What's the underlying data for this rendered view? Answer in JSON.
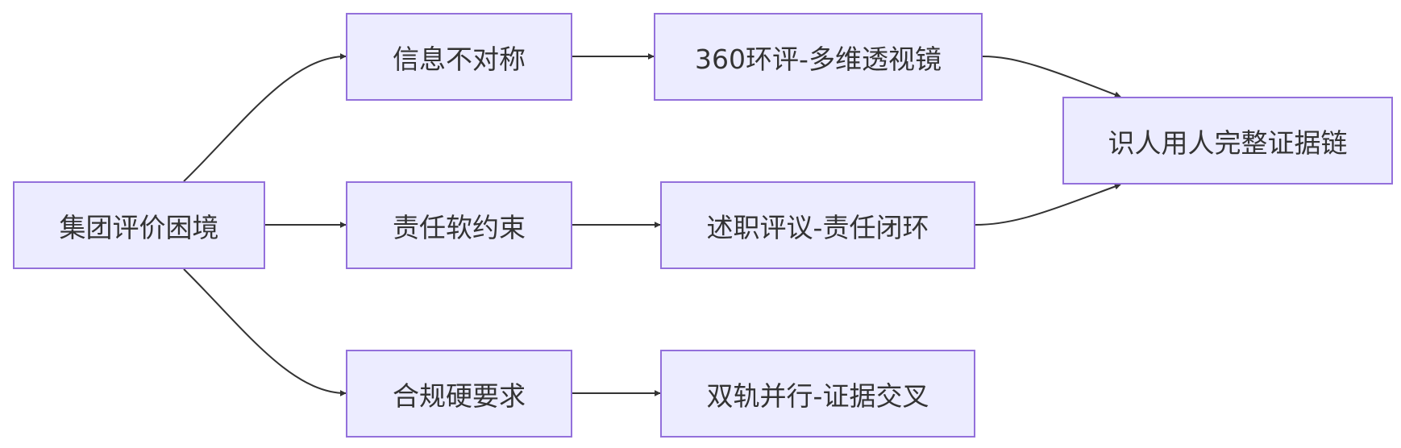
{
  "nodes": {
    "dilemma": "集团评价困境",
    "info_asymmetry": "信息不对称",
    "soft_responsibility": "责任软约束",
    "compliance_requirement": "合规硬要求",
    "review_360": "360环评-多维透视镜",
    "debrief_review": "述职评议-责任闭环",
    "dual_track": "双轨并行-证据交叉",
    "evidence_chain": "识人用人完整证据链"
  },
  "colors": {
    "node_fill": "#ececff",
    "node_border": "#9370db",
    "edge": "#333333",
    "text": "#333333"
  }
}
